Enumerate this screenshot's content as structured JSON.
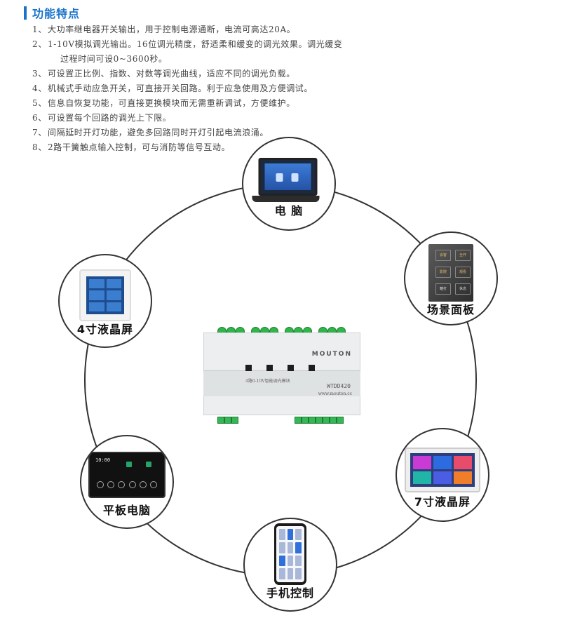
{
  "section": {
    "title": "功能特点",
    "accent_color": "#1a73c9"
  },
  "features": [
    {
      "num": "1、",
      "text": "大功率继电器开关输出，用于控制电源通断，电流可高达20A。"
    },
    {
      "num": "2、",
      "text": "1-10V模拟调光输出。16位调光精度，舒适柔和缓变的调光效果。调光缓变",
      "cont": "过程时间可设0~3600秒。"
    },
    {
      "num": "3、",
      "text": "可设置正比例、指数、对数等调光曲线，适应不同的调光负载。"
    },
    {
      "num": "4、",
      "text": "机械式手动应急开关，可直接开关回路。利于应急使用及方便调试。"
    },
    {
      "num": "5、",
      "text": "信息自恢复功能，可直接更换模块而无需重新调试，方便维护。"
    },
    {
      "num": "6、",
      "text": "可设置每个回路的调光上下限。"
    },
    {
      "num": "7、",
      "text": "间隔延时开灯功能，避免多回路同时开灯引起电流浪涌。"
    },
    {
      "num": "8、",
      "text": "2路干簧触点输入控制，可与消防等信号互动。"
    }
  ],
  "nodes": {
    "computer": "电 脑",
    "scene_panel": "场景面板",
    "screen4": "4寸液晶屏",
    "tablet": "平板电脑",
    "screen7": "7寸液晶屏",
    "phone": "手机控制"
  },
  "panel_keys": [
    "会客",
    "全开",
    "影院",
    "观看",
    "離打",
    "休息"
  ],
  "tablet_time": "10:00",
  "device": {
    "brand": "MOUTON",
    "model": "WTDD420",
    "website": "www.mouton.cc",
    "caption": "4路0-10V智能调光模块"
  }
}
